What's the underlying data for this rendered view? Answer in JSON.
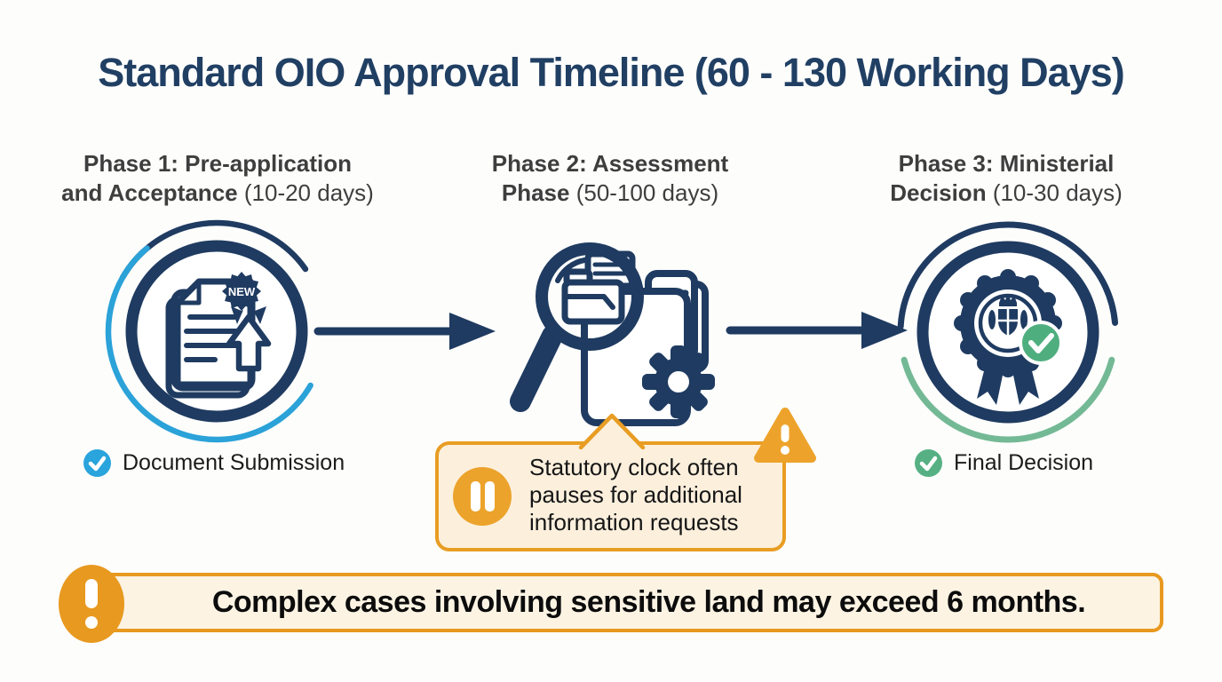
{
  "title": "Standard OIO Approval Timeline (60 - 130 Working Days)",
  "phases": [
    {
      "heading_line1": "Phase 1: Pre-application",
      "heading_line2": "and Acceptance",
      "heading_duration": "(10-20 days)",
      "badge_text": "NEW",
      "label": "Document Submission"
    },
    {
      "heading_line1": "Phase 2: Assessment",
      "heading_line2": "Phase",
      "heading_duration": "(50-100 days)"
    },
    {
      "heading_line1": "Phase 3: Ministerial",
      "heading_line2": "Decision",
      "heading_duration": "(10-30 days)",
      "label": "Final Decision"
    }
  ],
  "callout": {
    "line1": "Statutory clock often",
    "line2": "pauses for additional",
    "line3": "information requests"
  },
  "banner": {
    "text": "Complex cases involving sensitive land may exceed 6 months."
  },
  "colors": {
    "navy": "#1f3b61",
    "title_navy": "#203f63",
    "cyan": "#2ba2d8",
    "blue_check": "#29a4dc",
    "green_check": "#56b083",
    "green_arc": "#74b995",
    "orange": "#e89d23",
    "orange_fill": "#eca32b",
    "cream": "#fcf0dd",
    "heading_gray": "#3e3e3e"
  }
}
